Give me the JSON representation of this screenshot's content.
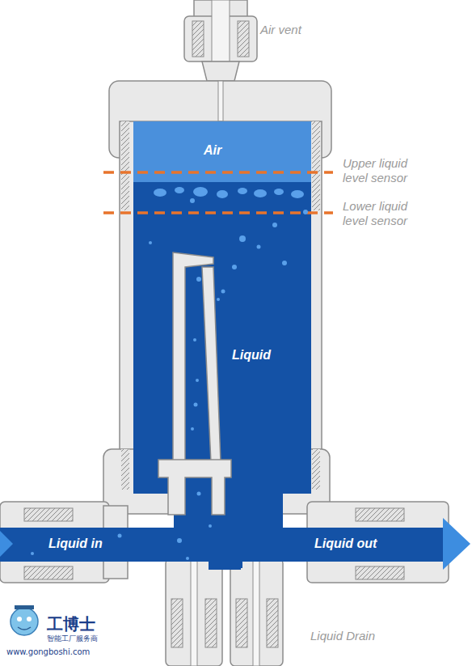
{
  "diagram": {
    "nodes": [
      {
        "text": [
          "Air"
        ]
      },
      {
        "text": [
          "Liquid"
        ]
      },
      {
        "text": [
          "Liquid in"
        ]
      },
      {
        "text": [
          "Liquid out"
        ]
      }
    ],
    "labels": [
      "Air vent",
      "Upper liquid level sensor",
      "Lower liquid level sensor",
      "Liquid Drain",
      "工博士",
      "智能工厂服务商",
      "www.gongboshi.com"
    ]
  }
}
